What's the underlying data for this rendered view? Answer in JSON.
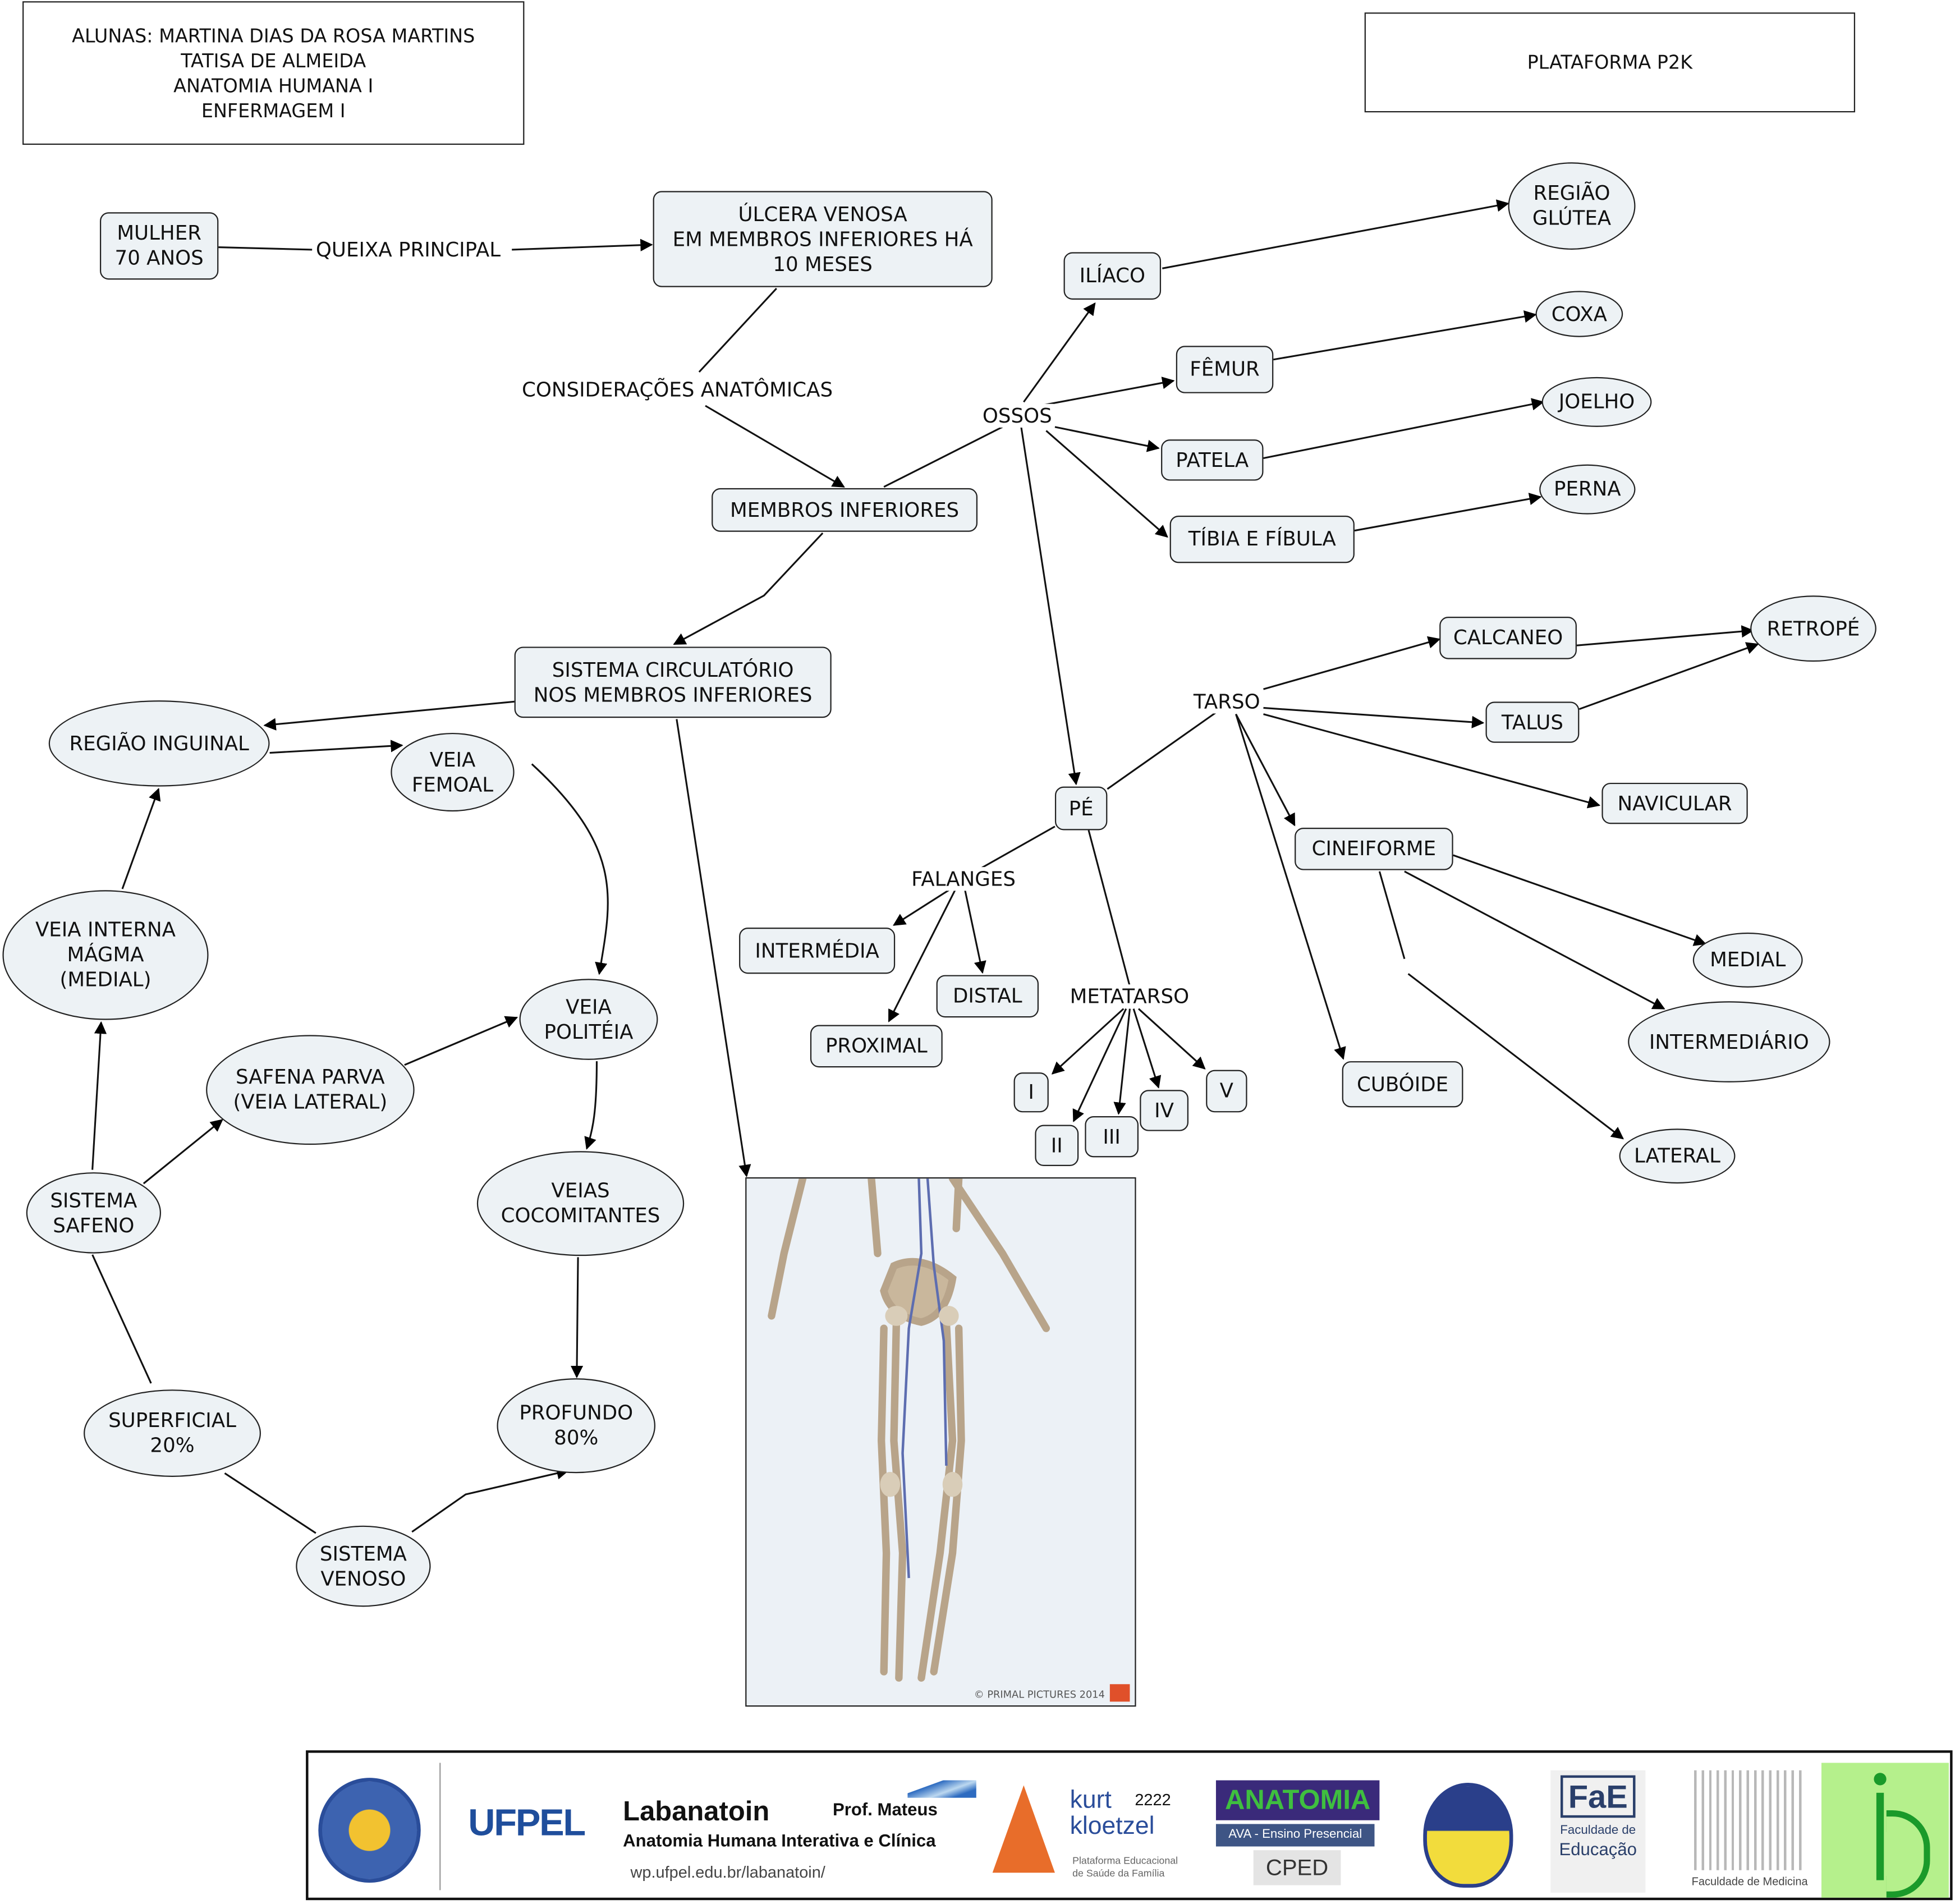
{
  "header": {
    "students": "ALUNAS: MARTINA DIAS DA ROSA MARTINS\nTATISA DE ALMEIDA\nANATOMIA HUMANA I\nENFERMAGEM I",
    "platform": "PLATAFORMA P2K"
  },
  "nodes": {
    "mulher": "MULHER\n70 ANOS",
    "ulcera": "ÚLCERA VENOSA\nEM MEMBROS INFERIORES HÁ\n10 MESES",
    "membros": "MEMBROS INFERIORES",
    "iliaco": "ILÍACO",
    "glutea": "REGIÃO\nGLÚTEA",
    "femur": "FÊMUR",
    "coxa": "COXA",
    "patela": "PATELA",
    "joelho": "JOELHO",
    "tibia": "TÍBIA E FÍBULA",
    "perna": "PERNA",
    "circ": "SISTEMA CIRCULATÓRIO\nNOS MEMBROS INFERIORES",
    "inguinal": "REGIÃO INGUINAL",
    "femoal": "VEIA\nFEMOAL",
    "interna": "VEIA INTERNA\nMÁGMA\n(MEDIAL)",
    "politeia": "VEIA\nPOLITÉIA",
    "safena": "SAFENA PARVA\n(VEIA LATERAL)",
    "safeno": "SISTEMA\nSAFENO",
    "cocomitantes": "VEIAS\nCOCOMITANTES",
    "superficial": "SUPERFICIAL\n20%",
    "profundo": "PROFUNDO\n80%",
    "venoso": "SISTEMA\nVENOSO",
    "pe": "PÉ",
    "calcaneo": "CALCANEO",
    "retrope": "RETROPÉ",
    "talus": "TALUS",
    "navicular": "NAVICULAR",
    "cineiforme": "CINEIFORME",
    "medial": "MEDIAL",
    "intermediario": "INTERMEDIÁRIO",
    "lateral": "LATERAL",
    "cuboide": "CUBÓIDE",
    "intermedia": "INTERMÉDIA",
    "distal": "DISTAL",
    "proximal": "PROXIMAL",
    "m1": "I",
    "m2": "II",
    "m3": "III",
    "m4": "IV",
    "m5": "V"
  },
  "labels": {
    "queixa": "QUEIXA PRINCIPAL",
    "consid": "CONSIDERAÇÕES ANATÔMICAS",
    "ossos": "OSSOS",
    "tarso": "TARSO",
    "falanges": "FALANGES",
    "metatarso": "METATARSO"
  },
  "figure": {
    "credit": "© PRIMAL PICTURES 2014"
  },
  "logos": {
    "ufpel": "UFPEL",
    "labanatoin": "Labanatoin",
    "prof": "Prof. Mateus",
    "labanatoin_sub": "Anatomia Humana Interativa e Clínica",
    "url": "wp.ufpel.edu.br/labanatoin/",
    "kurt1": "kurt",
    "kurt2": "kloetzel",
    "kurt_overlay": "2222",
    "kurt_sub": "Plataforma Educacional\nde Saúde da Família",
    "anatomia": "ANATOMIA",
    "ava": "AVA - Ensino Presencial",
    "cped": "CPED",
    "fae1": "Faculdade de",
    "fae2": "Educação",
    "famed": "Faculdade de Medicina"
  },
  "colors": {
    "node_fill": "#edf2f5",
    "stroke": "#222222",
    "ufpel_blue": "#1f4e9c",
    "anatomia_purple": "#3a2a7a",
    "ib_green": "#b5f08c"
  }
}
